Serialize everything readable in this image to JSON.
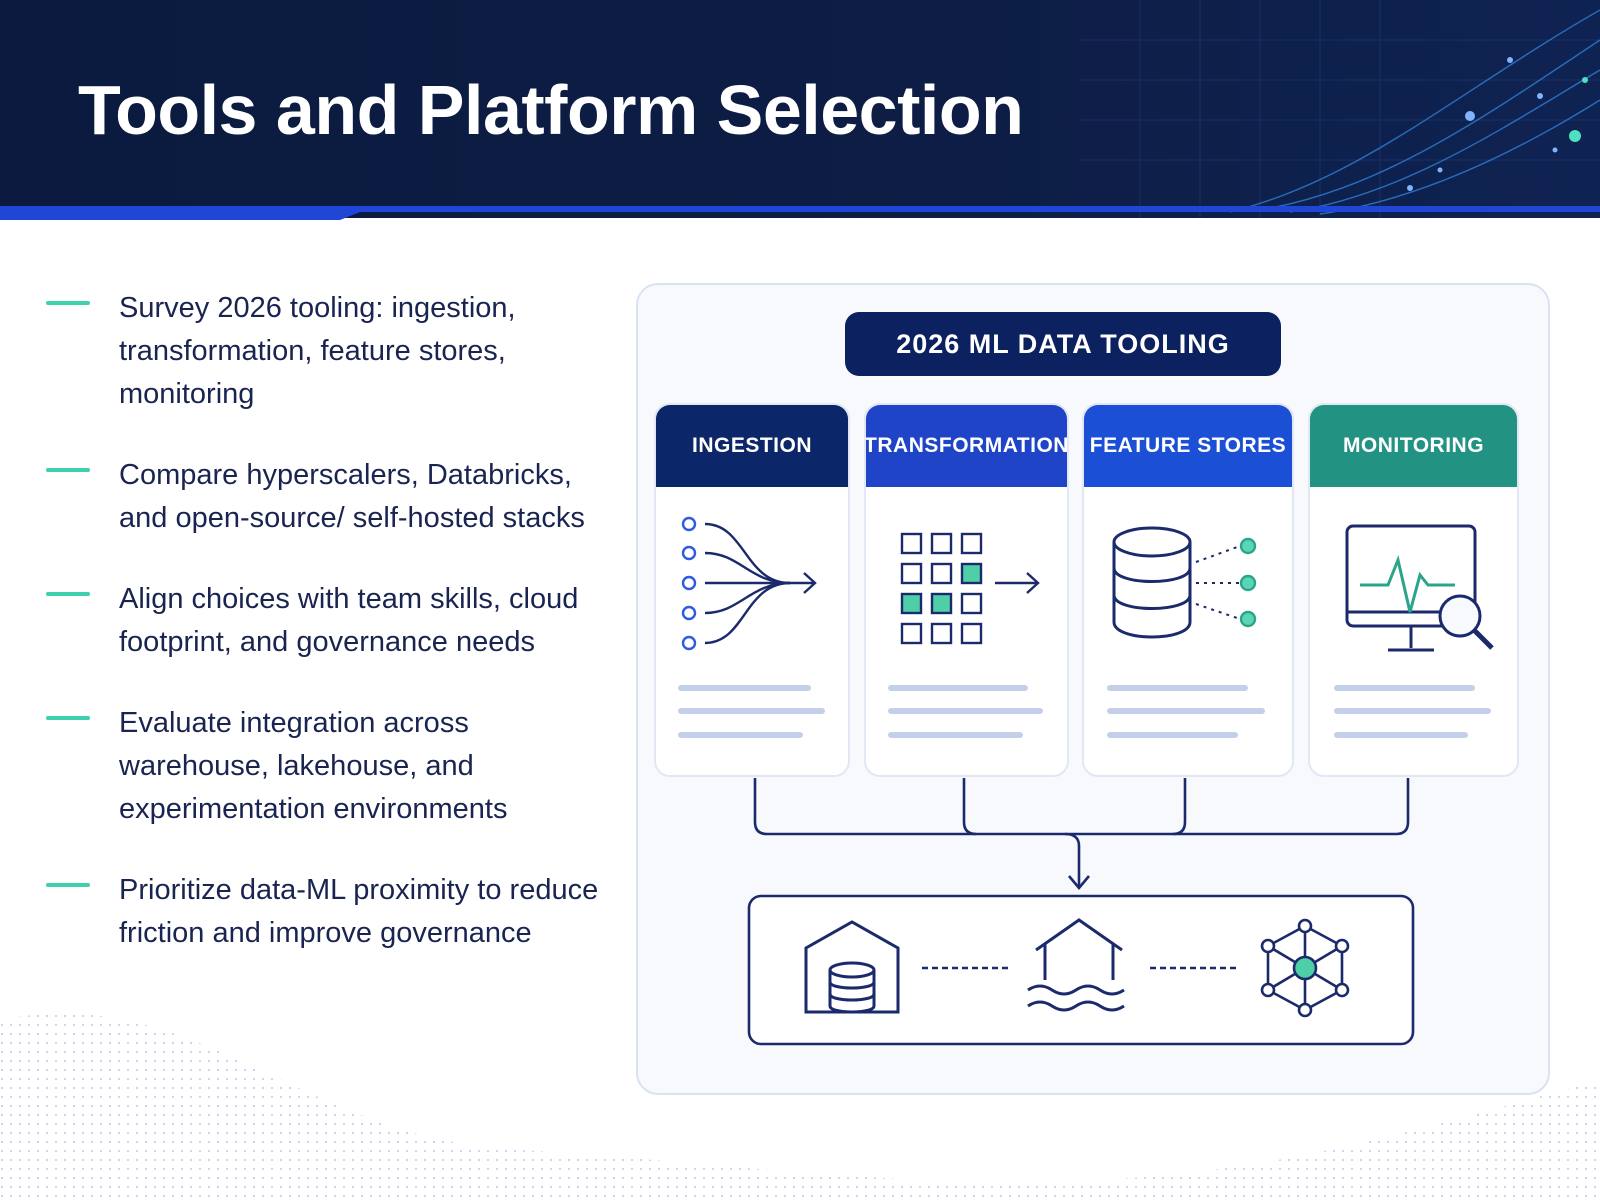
{
  "title": "Tools and Platform Selection",
  "bullets": [
    "Survey 2026 tooling: ingestion, transformation, feature stores, monitoring",
    "Compare hyperscalers, Databricks, and open-source/ self-hosted stacks",
    "Align choices with team skills, cloud footprint, and governance needs",
    "Evaluate integration across warehouse, lakehouse, and experimentation environments",
    "Prioritize data-ML proximity to reduce friction and improve governance"
  ],
  "diagram": {
    "title": "2026 ML DATA TOOLING",
    "columns": [
      {
        "label": "INGESTION",
        "color": "#0b2669",
        "icon": "funnel-arrows-icon"
      },
      {
        "label": "TRANSFORMATION",
        "color": "#1f44c8",
        "icon": "grid-transform-icon"
      },
      {
        "label": "FEATURE STORES",
        "color": "#1a4fd6",
        "icon": "database-nodes-icon"
      },
      {
        "label": "MONITORING",
        "color": "#229383",
        "icon": "monitor-magnifier-icon"
      }
    ],
    "targets": [
      {
        "icon": "warehouse-icon"
      },
      {
        "icon": "lakehouse-icon"
      },
      {
        "icon": "experimentation-network-icon"
      }
    ]
  },
  "colors": {
    "navy": "#0b1a3e",
    "accent_teal": "#3fd1ae",
    "line_navy": "#1b2a6b",
    "placeholder_line": "#c4cfe9"
  }
}
